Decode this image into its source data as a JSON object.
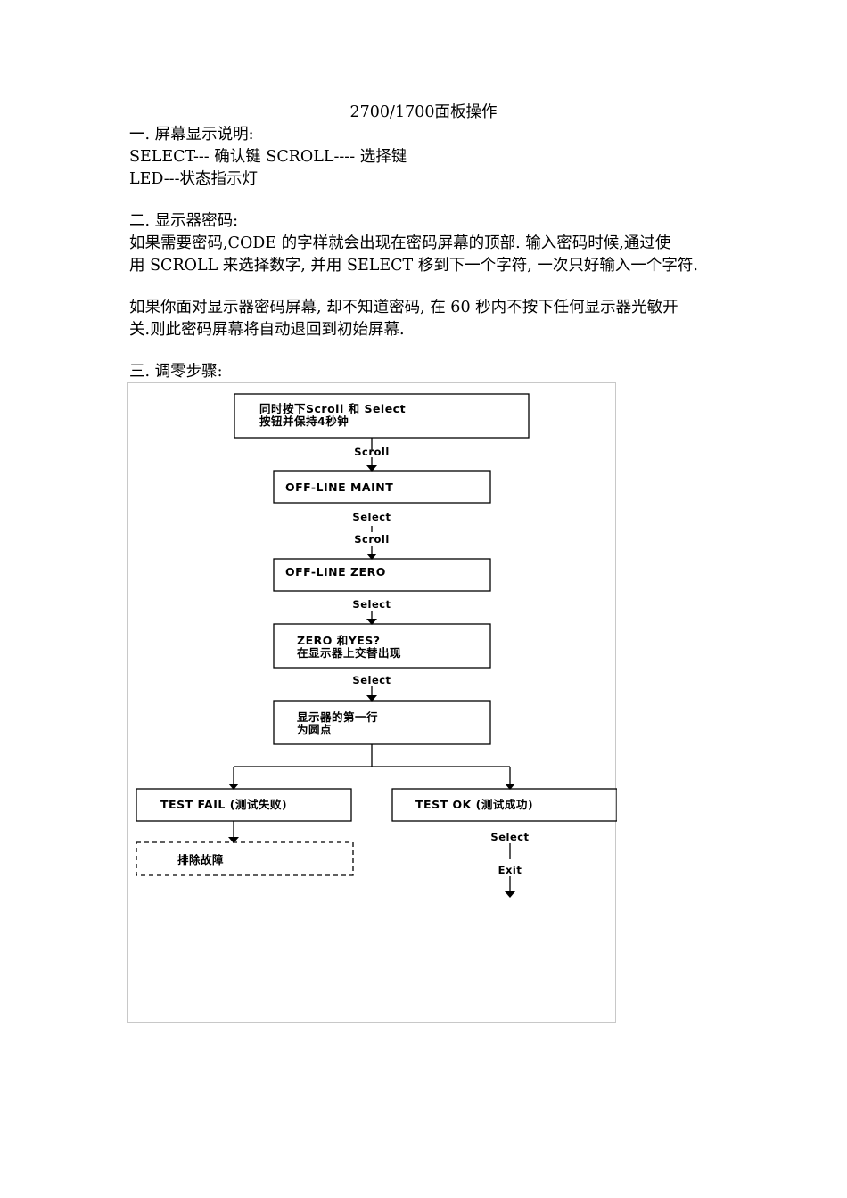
{
  "title": "2700/1700面板操作",
  "section1": {
    "heading": "一. 屏幕显示说明:",
    "line1": "SELECT--- 确认键    SCROLL---- 选择键",
    "line2": "LED---状态指示灯"
  },
  "section2": {
    "heading": "二. 显示器密码:",
    "para1_line1": "如果需要密码,CODE 的字样就会出现在密码屏幕的顶部. 输入密码时候,通过使",
    "para1_line2": "用 SCROLL 来选择数字, 并用 SELECT 移到下一个字符, 一次只好输入一个字符.",
    "para2_line1": "如果你面对显示器密码屏幕, 却不知道密码, 在 60 秒内不按下任何显示器光敏开",
    "para2_line2": "关.则此密码屏幕将自动退回到初始屏幕."
  },
  "section3": {
    "heading": "三.   调零步骤:"
  },
  "flowchart": {
    "step1_line1": "同时按下Scroll 和 Select",
    "step1_line2": "按钮并保持4秒钟",
    "label_scroll1": "Scroll",
    "step2": "OFF-LINE MAINT",
    "label_select1": "Select",
    "label_scroll2": "Scroll",
    "step3": "OFF-LINE ZERO",
    "label_select2": "Select",
    "step4_line1": "ZERO 和YES?",
    "step4_line2": "在显示器上交替出现",
    "label_select3": "Select",
    "step5_line1": "显示器的第一行",
    "step5_line2": "为圆点",
    "fail_box": "TEST FAIL (测试失败)",
    "ok_box": "TEST OK (测试成功)",
    "troubleshoot": "排除故障",
    "label_select4": "Select",
    "label_exit": "Exit"
  }
}
